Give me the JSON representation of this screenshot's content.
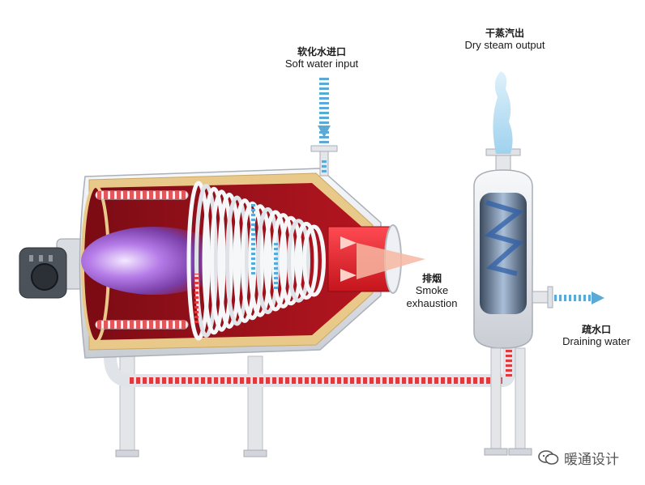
{
  "labels": {
    "soft_water": {
      "zh": "软化水进口",
      "en": "Soft water input"
    },
    "dry_steam": {
      "zh": "干蒸汽出",
      "en": "Dry steam output"
    },
    "smoke": {
      "zh": "排烟",
      "en_line1": "Smoke",
      "en_line2": "exhaustion"
    },
    "drain": {
      "zh": "疏水口",
      "en": "Draining water"
    }
  },
  "watermark": {
    "text": "暖通设计",
    "icon": "wechat-icon"
  },
  "colors": {
    "furnace_red": "#a3121e",
    "insulation": "#e9c98a",
    "pipe_red": "#e03a3e",
    "water_blue": "#5aa9d6",
    "shell_grey": "#e6e8ec"
  }
}
